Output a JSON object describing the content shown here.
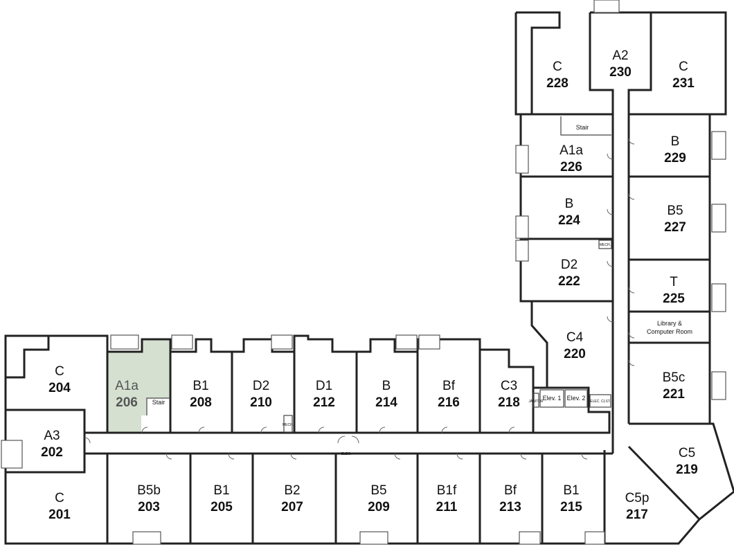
{
  "floor_plan": {
    "highlight_color": "#d5e0d1",
    "rooms": [
      {
        "key": "204",
        "type": "C",
        "number": "204"
      },
      {
        "key": "206",
        "type": "A1a",
        "number": "206",
        "highlighted": true
      },
      {
        "key": "208",
        "type": "B1",
        "number": "208"
      },
      {
        "key": "210",
        "type": "D2",
        "number": "210"
      },
      {
        "key": "212",
        "type": "D1",
        "number": "212"
      },
      {
        "key": "214",
        "type": "B",
        "number": "214"
      },
      {
        "key": "216",
        "type": "Bf",
        "number": "216"
      },
      {
        "key": "218",
        "type": "C3",
        "number": "218"
      },
      {
        "key": "202",
        "type": "A3",
        "number": "202"
      },
      {
        "key": "201",
        "type": "C",
        "number": "201"
      },
      {
        "key": "203",
        "type": "B5b",
        "number": "203"
      },
      {
        "key": "205",
        "type": "B1",
        "number": "205"
      },
      {
        "key": "207",
        "type": "B2",
        "number": "207"
      },
      {
        "key": "209",
        "type": "B5",
        "number": "209"
      },
      {
        "key": "211",
        "type": "B1f",
        "number": "211"
      },
      {
        "key": "213",
        "type": "Bf",
        "number": "213"
      },
      {
        "key": "215",
        "type": "B1",
        "number": "215"
      },
      {
        "key": "217",
        "type": "C5p",
        "number": "217"
      },
      {
        "key": "219",
        "type": "C5",
        "number": "219"
      },
      {
        "key": "221",
        "type": "B5c",
        "number": "221"
      },
      {
        "key": "225",
        "type": "T",
        "number": "225"
      },
      {
        "key": "227",
        "type": "B5",
        "number": "227"
      },
      {
        "key": "229",
        "type": "B",
        "number": "229"
      },
      {
        "key": "220",
        "type": "C4",
        "number": "220"
      },
      {
        "key": "222",
        "type": "D2",
        "number": "222"
      },
      {
        "key": "224",
        "type": "B",
        "number": "224"
      },
      {
        "key": "226",
        "type": "A1a",
        "number": "226"
      },
      {
        "key": "228",
        "type": "C",
        "number": "228"
      },
      {
        "key": "230",
        "type": "A2",
        "number": "230"
      },
      {
        "key": "231",
        "type": "C",
        "number": "231"
      }
    ],
    "utility": {
      "stair_west": "Stair",
      "stair_north": "Stair",
      "library_line1": "Library &",
      "library_line2": "Computer Room",
      "elev1": "Elev. 1",
      "elev2": "Elev. 2",
      "mech_west": "MECH.",
      "mech_north": "MECH.",
      "elec_west": "ELEC.",
      "elec_east": "ELEC. CLST.",
      "tiny_east": "JANITOR"
    }
  }
}
